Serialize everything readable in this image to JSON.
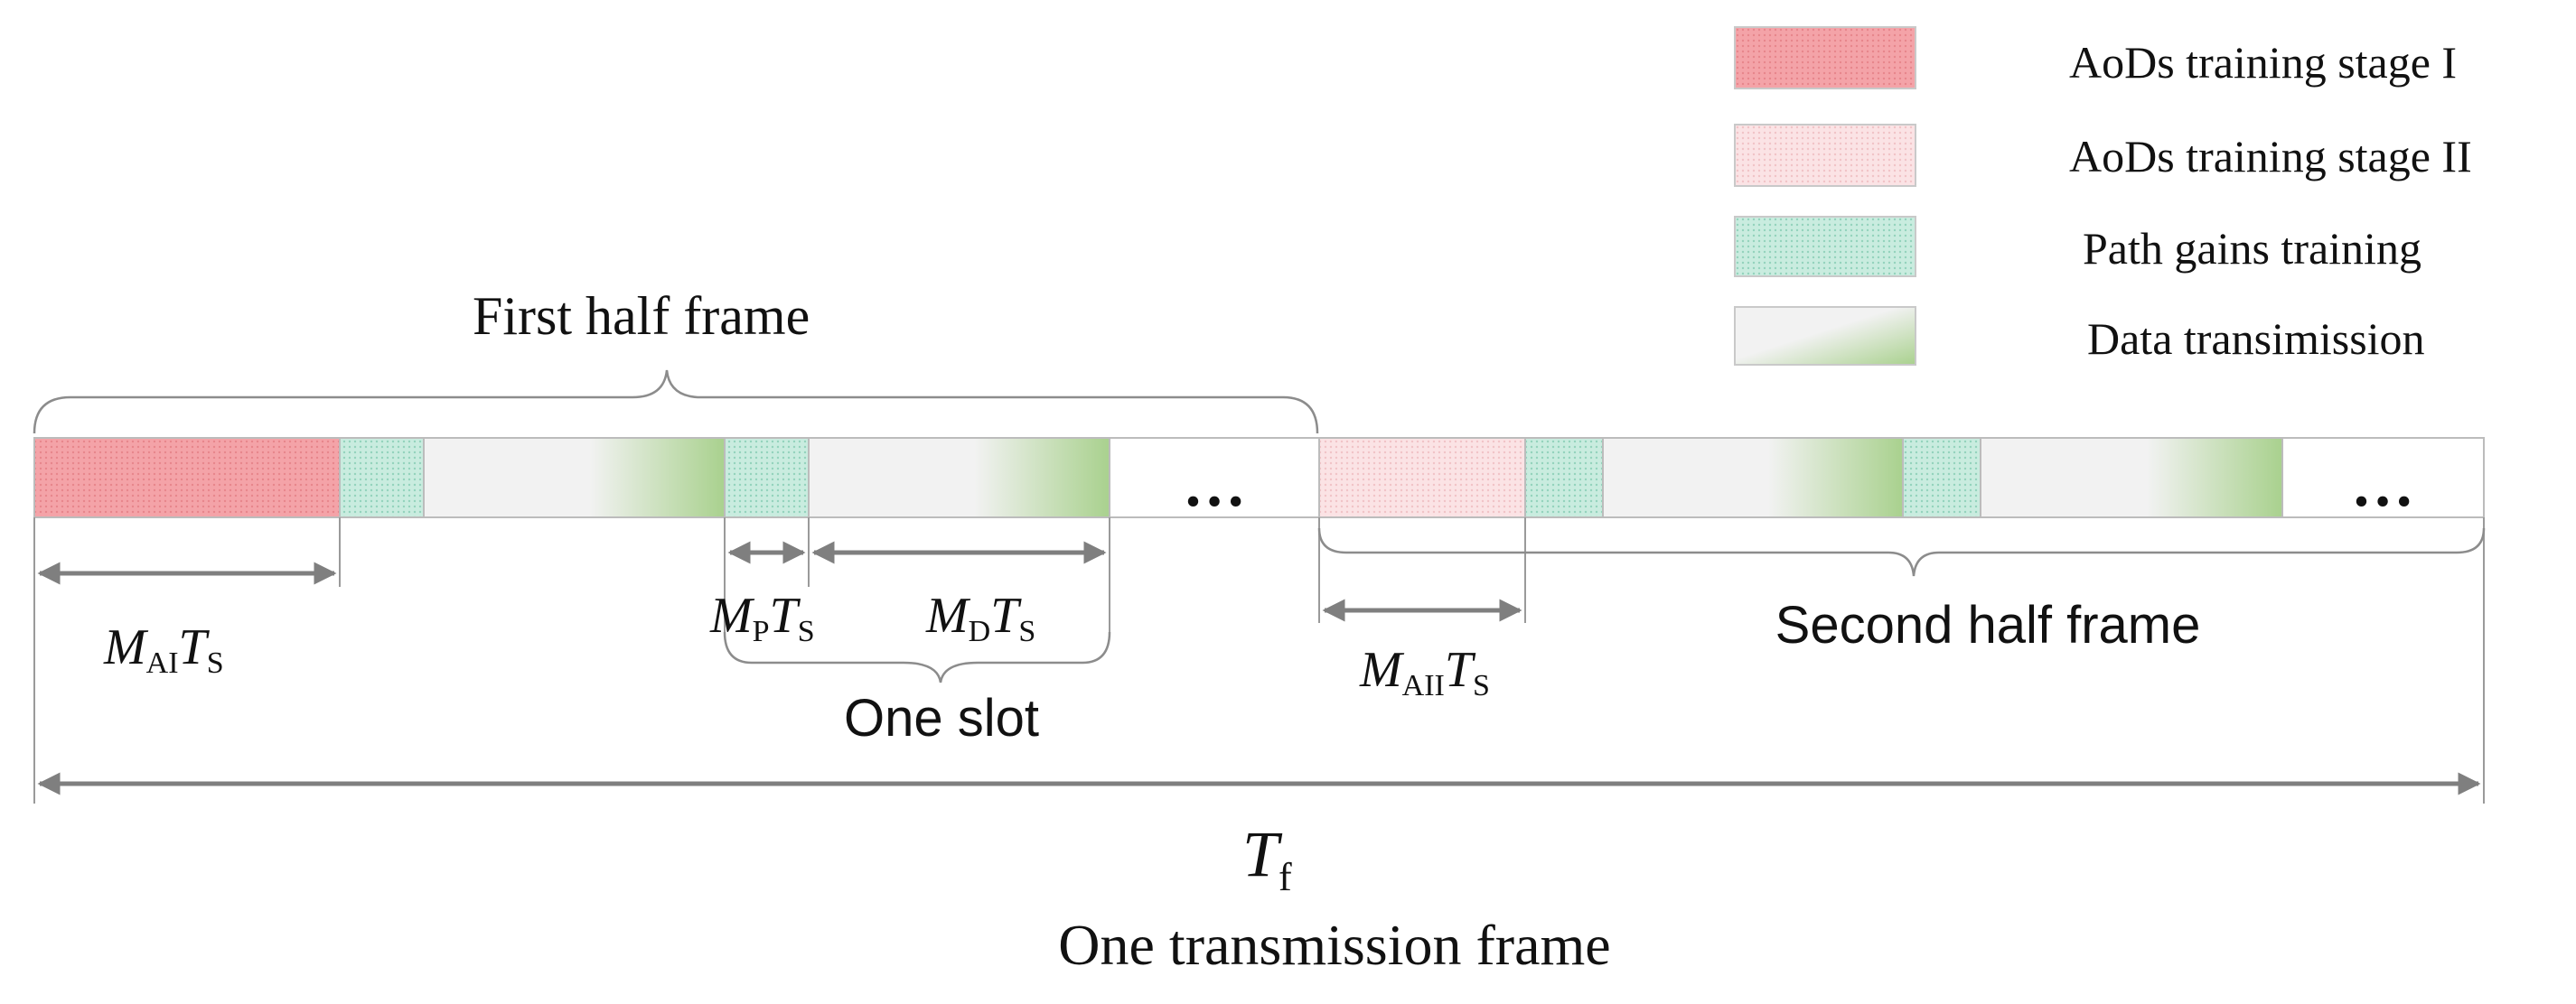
{
  "legend": {
    "items": [
      {
        "key": "stage1",
        "label": "AoDs training stage I"
      },
      {
        "key": "stage2",
        "label": "AoDs training stage II"
      },
      {
        "key": "path",
        "label": "Path gains training"
      },
      {
        "key": "data",
        "label": "Data transimission"
      }
    ]
  },
  "labels": {
    "first_half": "First half frame",
    "second_half": "Second half frame",
    "one_slot": "One slot",
    "frame_title": "One transmission frame",
    "ellipsis": "…"
  },
  "math": {
    "mai": {
      "main": "M",
      "sub": "AI",
      "main2": "T",
      "sub2": "S"
    },
    "mp": {
      "main": "M",
      "sub": "P",
      "main2": "T",
      "sub2": "S"
    },
    "md": {
      "main": "M",
      "sub": "D",
      "main2": "T",
      "sub2": "S"
    },
    "maii": {
      "main": "M",
      "sub": "AII",
      "main2": "T",
      "sub2": "S"
    },
    "tf": {
      "main": "T",
      "sub": "f"
    }
  },
  "colors": {
    "stage1": "#f4a3a8",
    "stage2": "#fbe1e3",
    "path": "#c6eadc",
    "data_start": "#f2f2f2",
    "data_end": "#a9d18e",
    "arrow": "#7f7f7f"
  }
}
